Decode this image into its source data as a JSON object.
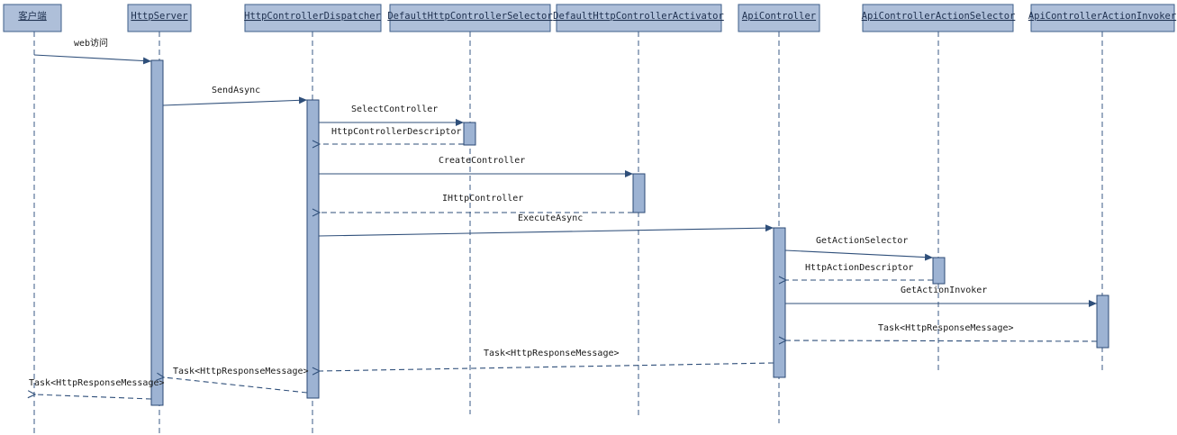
{
  "participants": [
    {
      "id": "client",
      "label": "客户端"
    },
    {
      "id": "httpserver",
      "label": "HttpServer"
    },
    {
      "id": "dispatcher",
      "label": "HttpControllerDispatcher"
    },
    {
      "id": "selector",
      "label": "DefaultHttpControllerSelector"
    },
    {
      "id": "activator",
      "label": "DefaultHttpControllerActivator"
    },
    {
      "id": "apicontroller",
      "label": "ApiController"
    },
    {
      "id": "actionselector",
      "label": "ApiControllerActionSelector"
    },
    {
      "id": "actioninvoker",
      "label": "ApiControllerActionInvoker"
    }
  ],
  "messages": [
    {
      "id": "web-access",
      "label": "web访问",
      "from": "client",
      "to": "httpserver",
      "kind": "call"
    },
    {
      "id": "send-async",
      "label": "SendAsync",
      "from": "httpserver",
      "to": "dispatcher",
      "kind": "call"
    },
    {
      "id": "select-controller",
      "label": "SelectController",
      "from": "dispatcher",
      "to": "selector",
      "kind": "call"
    },
    {
      "id": "controller-descriptor",
      "label": "HttpControllerDescriptor",
      "from": "selector",
      "to": "dispatcher",
      "kind": "return"
    },
    {
      "id": "create-controller",
      "label": "CreateController",
      "from": "dispatcher",
      "to": "activator",
      "kind": "call"
    },
    {
      "id": "ihttpcontroller",
      "label": "IHttpController",
      "from": "activator",
      "to": "dispatcher",
      "kind": "return"
    },
    {
      "id": "execute-async",
      "label": "ExecuteAsync",
      "from": "dispatcher",
      "to": "apicontroller",
      "kind": "call"
    },
    {
      "id": "get-action-selector",
      "label": "GetActionSelector",
      "from": "apicontroller",
      "to": "actionselector",
      "kind": "call"
    },
    {
      "id": "action-descriptor",
      "label": "HttpActionDescriptor",
      "from": "actionselector",
      "to": "apicontroller",
      "kind": "return"
    },
    {
      "id": "get-action-invoker",
      "label": "GetActionInvoker",
      "from": "apicontroller",
      "to": "actioninvoker",
      "kind": "call"
    },
    {
      "id": "task-from-invoker",
      "label": "Task<HttpResponseMessage>",
      "from": "actioninvoker",
      "to": "apicontroller",
      "kind": "return"
    },
    {
      "id": "task-from-apicontroller",
      "label": "Task<HttpResponseMessage>",
      "from": "apicontroller",
      "to": "dispatcher",
      "kind": "return"
    },
    {
      "id": "task-from-dispatcher",
      "label": "Task<HttpResponseMessage>",
      "from": "dispatcher",
      "to": "httpserver",
      "kind": "return"
    },
    {
      "id": "task-from-httpserver",
      "label": "Task<HttpResponseMessage>",
      "from": "httpserver",
      "to": "client",
      "kind": "return"
    }
  ]
}
